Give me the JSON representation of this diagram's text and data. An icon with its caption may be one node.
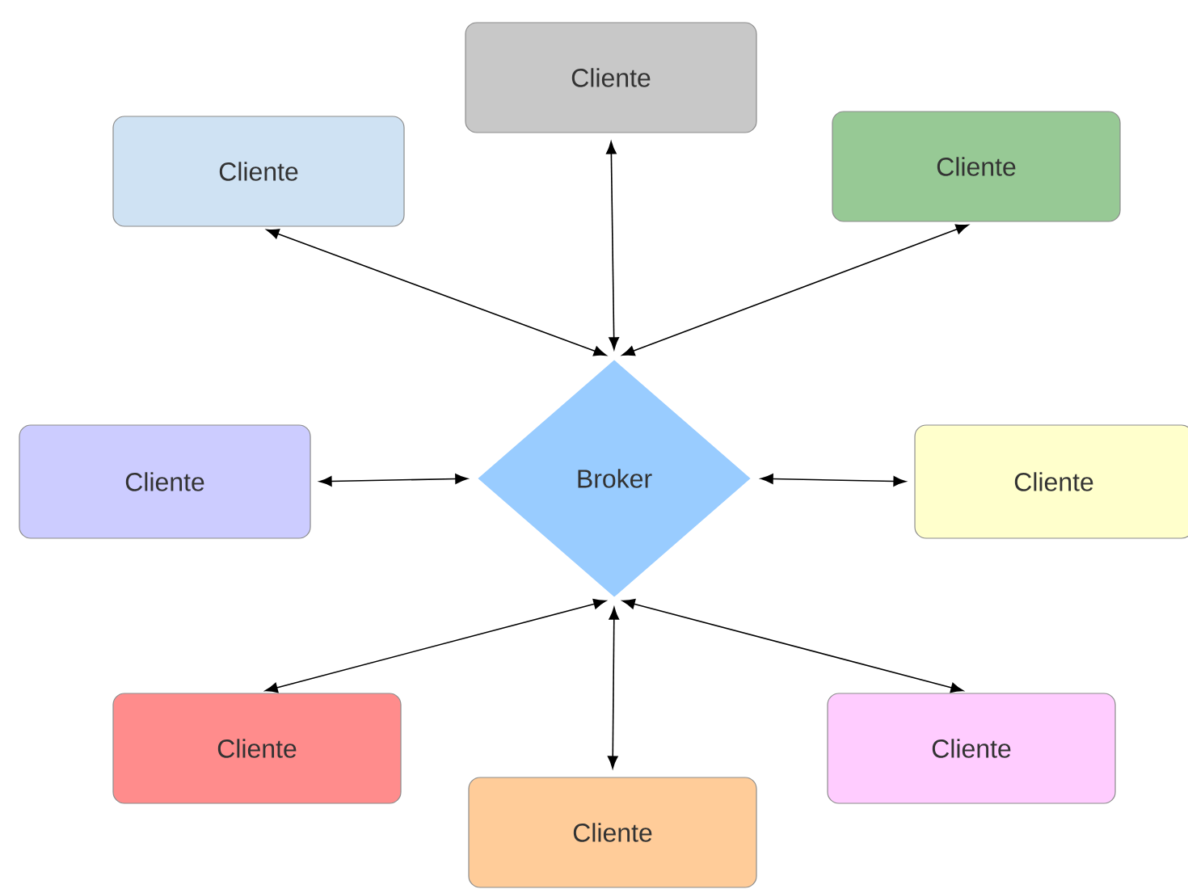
{
  "diagram": {
    "nodes": [
      {
        "text": [
          "Cliente"
        ]
      },
      {
        "text": [
          "Cliente"
        ]
      },
      {
        "text": [
          "Cliente"
        ]
      },
      {
        "text": [
          "Cliente"
        ]
      },
      {
        "text": [
          "Broker"
        ]
      },
      {
        "text": [
          "Cliente"
        ]
      },
      {
        "text": [
          "Cliente"
        ]
      },
      {
        "text": [
          "Cliente"
        ]
      },
      {
        "text": [
          "Cliente"
        ]
      }
    ],
    "edges": [
      {
        "from": 4,
        "to": 0,
        "arrow": "both"
      },
      {
        "from": 4,
        "to": 1,
        "arrow": "both"
      },
      {
        "from": 4,
        "to": 2,
        "arrow": "both"
      },
      {
        "from": 4,
        "to": 3,
        "arrow": "both"
      },
      {
        "from": 4,
        "to": 5,
        "arrow": "both"
      },
      {
        "from": 4,
        "to": 6,
        "arrow": "both"
      },
      {
        "from": 4,
        "to": 7,
        "arrow": "both"
      },
      {
        "from": 4,
        "to": 8,
        "arrow": "both"
      }
    ]
  }
}
